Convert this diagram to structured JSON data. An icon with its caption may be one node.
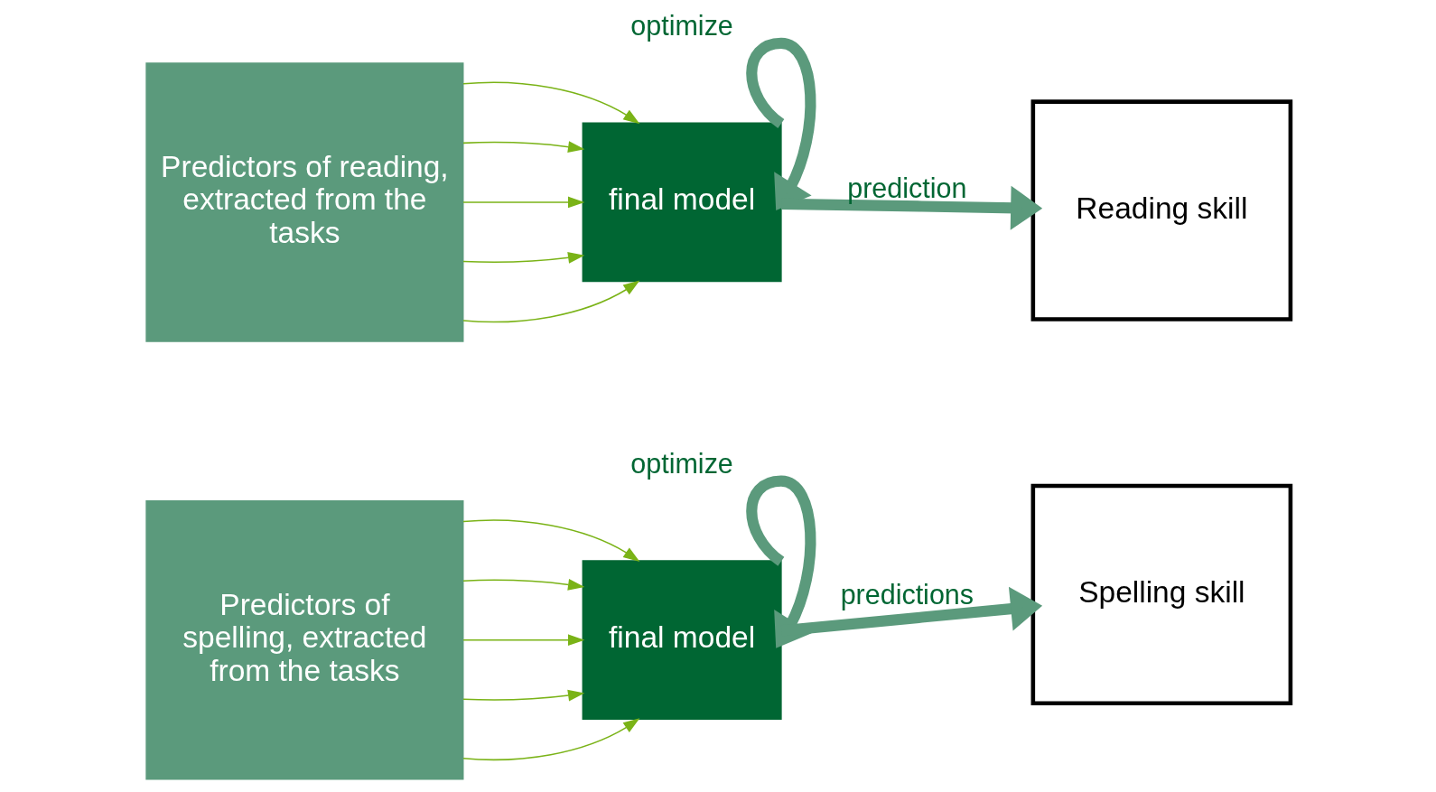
{
  "diagram": {
    "nodes": [
      {
        "text": [
          "Predictors of reading, extracted from the tasks"
        ]
      },
      {
        "text": [
          "final model"
        ]
      },
      {
        "text": [
          "Reading skill"
        ]
      },
      {
        "text": [
          "Predictors of spelling, extracted from the tasks"
        ]
      },
      {
        "text": [
          "final model"
        ]
      },
      {
        "text": [
          "Spelling skill"
        ]
      }
    ],
    "edges": [
      {
        "from": 0,
        "to": 1,
        "arrow": "to"
      },
      {
        "from": 0,
        "to": 1,
        "arrow": "to"
      },
      {
        "from": 0,
        "to": 1,
        "arrow": "to"
      },
      {
        "from": 0,
        "to": 1,
        "arrow": "to"
      },
      {
        "from": 0,
        "to": 1,
        "arrow": "to"
      },
      {
        "from": 1,
        "to": 1,
        "arrow": "to",
        "label": "optimize",
        "style": "thick",
        "color": "#5b9a7c"
      },
      {
        "from": 1,
        "to": 2,
        "arrow": "to",
        "label": "prediction",
        "style": "thick",
        "color": "#5b9a7c"
      },
      {
        "from": 3,
        "to": 4,
        "arrow": "to"
      },
      {
        "from": 3,
        "to": 4,
        "arrow": "to"
      },
      {
        "from": 3,
        "to": 4,
        "arrow": "to"
      },
      {
        "from": 3,
        "to": 4,
        "arrow": "to"
      },
      {
        "from": 3,
        "to": 4,
        "arrow": "to"
      },
      {
        "from": 4,
        "to": 4,
        "arrow": "to",
        "label": "optimize",
        "style": "thick",
        "color": "#5b9a7c"
      },
      {
        "from": 4,
        "to": 5,
        "arrow": "to",
        "label": "predictions",
        "style": "thick",
        "color": "#5b9a7c"
      }
    ]
  }
}
